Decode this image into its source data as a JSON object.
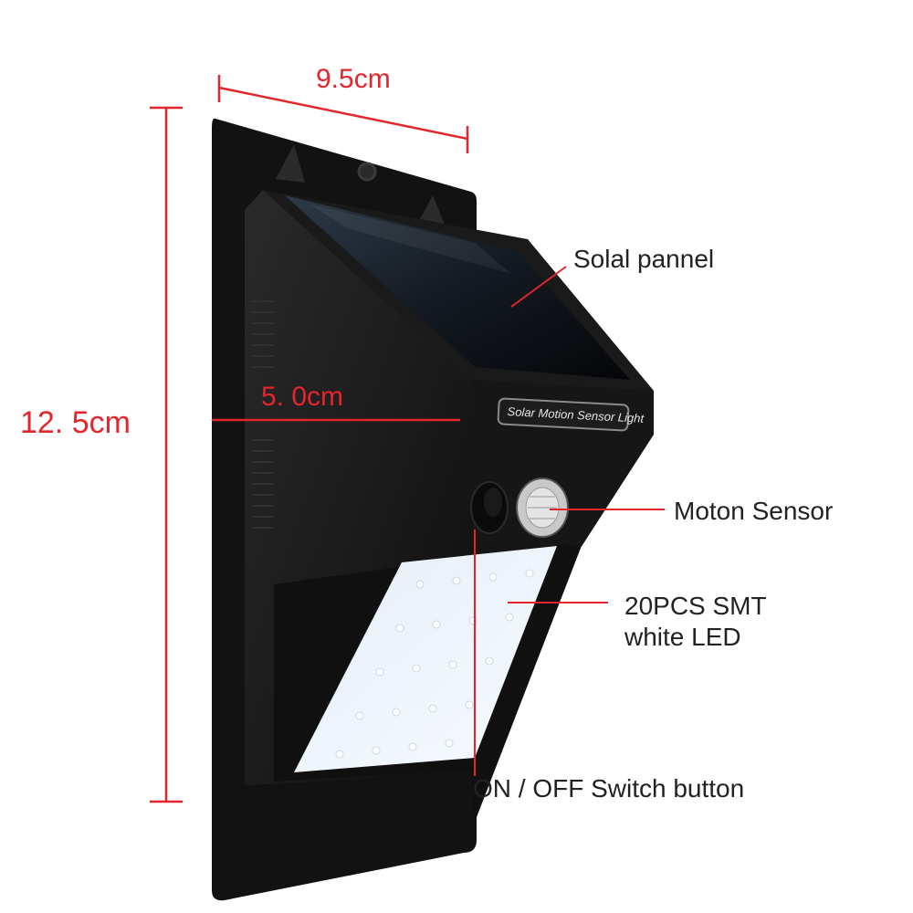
{
  "dimensions": {
    "width": "9.5cm",
    "height": "12. 5cm",
    "depth": "5. 0cm"
  },
  "callouts": {
    "solar_panel": "Solal pannel",
    "motion_sensor": "Moton Sensor",
    "led_line1": "20PCS SMT",
    "led_line2": "white LED",
    "switch": "ON / OFF Switch button"
  },
  "product_label": "Solar Motion Sensor Light",
  "colors": {
    "annotation": "#e4252b",
    "text": "#222222",
    "housing": "#141414",
    "led_panel": "#eef3fa"
  }
}
